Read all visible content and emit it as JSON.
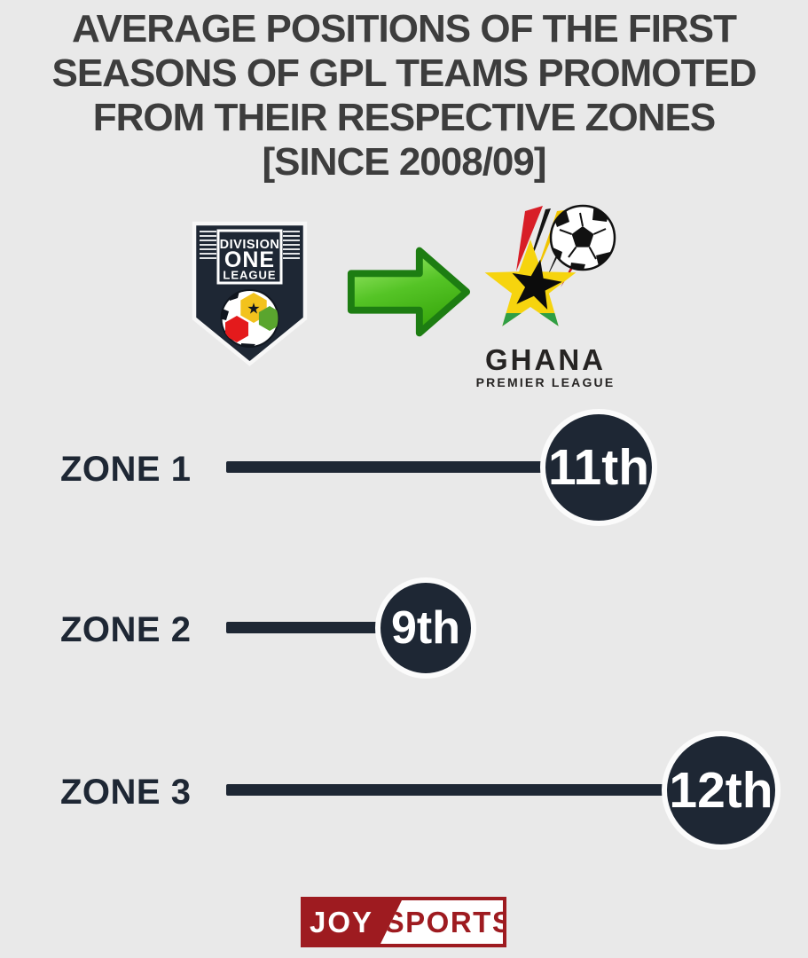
{
  "title": {
    "lines": [
      "AVERAGE POSITIONS OF THE FIRST",
      "SEASONS OF GPL TEAMS PROMOTED",
      "FROM THEIR RESPECTIVE ZONES",
      "[SINCE 2008/09]"
    ]
  },
  "logos": {
    "division_one": {
      "line1": "DIVISION",
      "line2": "ONE",
      "line3": "LEAGUE",
      "star_glyph": "★"
    },
    "gpl": {
      "name": "GHANA",
      "sub": "PREMIER LEAGUE"
    },
    "joy": {
      "left": "JOY",
      "right": "SPORTS"
    }
  },
  "zones": [
    {
      "label": "ZONE 1",
      "value": "11th"
    },
    {
      "label": "ZONE 2",
      "value": "9th"
    },
    {
      "label": "ZONE 3",
      "value": "12th"
    }
  ],
  "colors": {
    "background": "#e9e9e9",
    "title_text": "#3d3d3d",
    "navy": "#1e2734",
    "circle_ring": "#fbfbfb",
    "arrow_green_dark": "#1d7d12",
    "arrow_green_light": "#aaf078",
    "arrow_green_mid": "#44b515",
    "joy_red": "#9e1b20",
    "star_yellow": "#f6d40e",
    "star_green": "#2f9e45"
  },
  "chart_data": {
    "type": "bar",
    "orientation": "horizontal",
    "style": "lollipop",
    "categories": [
      "ZONE 1",
      "ZONE 2",
      "ZONE 3"
    ],
    "values": [
      11,
      9,
      12
    ],
    "value_labels": [
      "11th",
      "9th",
      "12th"
    ],
    "title": "AVERAGE POSITIONS OF THE FIRST SEASONS OF GPL TEAMS PROMOTED FROM THEIR RESPECTIVE ZONES [SINCE 2008/09]",
    "xlabel": "",
    "ylabel": "",
    "legend": false,
    "grid": false,
    "value_meaning": "average league finishing position of promoted teams' first GPL season"
  }
}
